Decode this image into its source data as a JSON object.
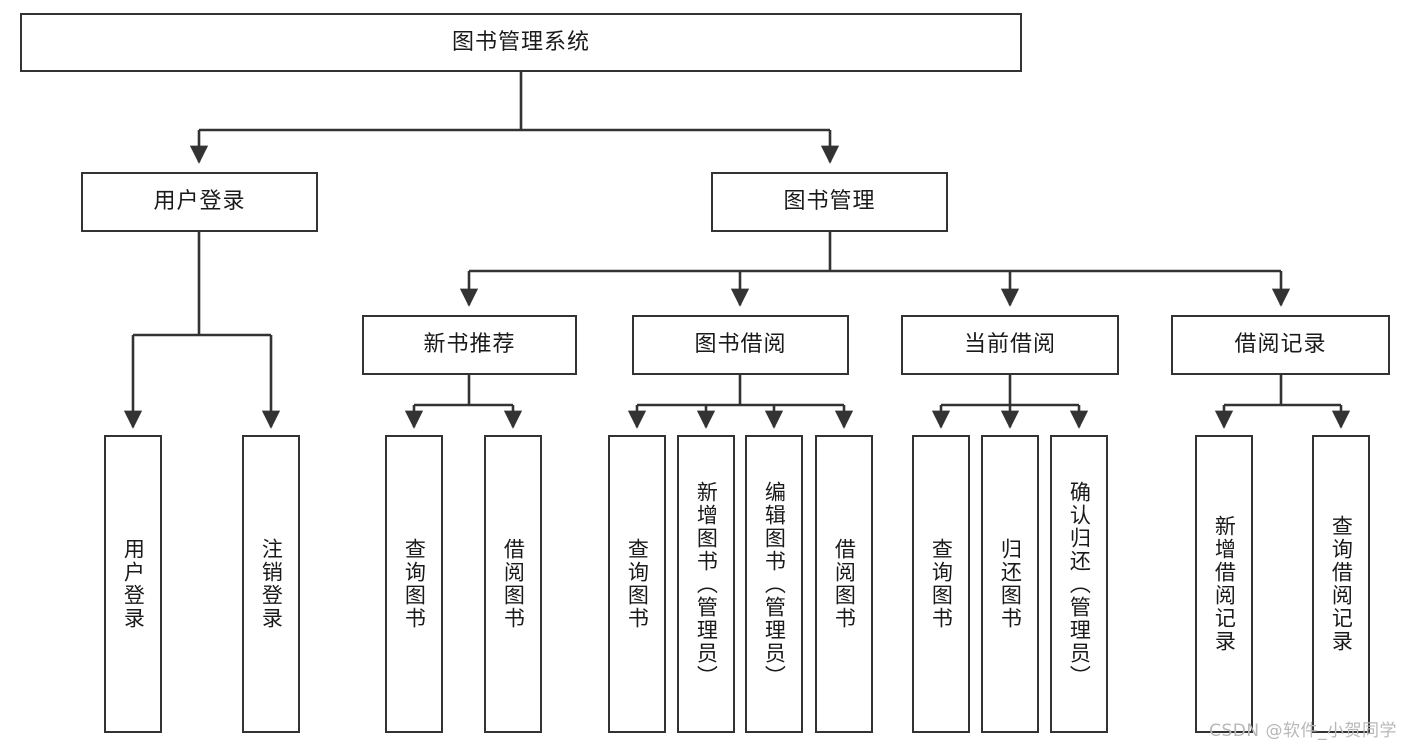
{
  "diagram": {
    "title": "图书管理系统",
    "type": "tree-hierarchy-chart",
    "colors": {
      "box_border": "#333333",
      "box_fill": "#ffffff",
      "connector": "#333333",
      "background": "#ffffff",
      "watermark": "#b8b8b8"
    },
    "root": {
      "label": "图书管理系统"
    },
    "level1": [
      {
        "label": "用户登录"
      },
      {
        "label": "图书管理"
      }
    ],
    "level2": [
      {
        "label": "新书推荐"
      },
      {
        "label": "图书借阅"
      },
      {
        "label": "当前借阅"
      },
      {
        "label": "借阅记录"
      }
    ],
    "leaves": {
      "user_login": [
        {
          "label": "用户登录"
        },
        {
          "label": "注销登录"
        }
      ],
      "new_book_recommend": [
        {
          "label": "查询图书"
        },
        {
          "label": "借阅图书"
        }
      ],
      "book_borrow": [
        {
          "label": "查询图书"
        },
        {
          "label": "新增图书（管理员）"
        },
        {
          "label": "编辑图书（管理员）"
        },
        {
          "label": "借阅图书"
        }
      ],
      "current_borrow": [
        {
          "label": "查询图书"
        },
        {
          "label": "归还图书"
        },
        {
          "label": "确认归还（管理员）"
        }
      ],
      "borrow_record": [
        {
          "label": "新增借阅记录"
        },
        {
          "label": "查询借阅记录"
        }
      ]
    }
  },
  "watermark": {
    "text": "CSDN @软件_小贺同学"
  }
}
